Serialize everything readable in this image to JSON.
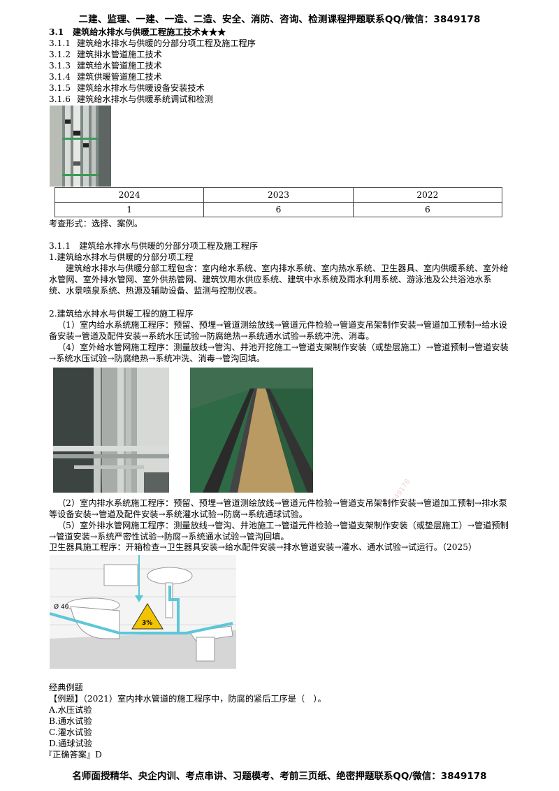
{
  "header": "二建、监理、一建、一造、二造、安全、消防、咨询、检测课程押题联系QQ/微信：3849178",
  "footer": "名师面授精华、央企内训、考点串讲、习题模考、考前三页纸、绝密押题联系QQ/微信：3849178",
  "section": {
    "num": "3.1",
    "title": "建筑给水排水与供暖工程施工技术",
    "stars": "★★★"
  },
  "toc": [
    {
      "num": "3.1.1",
      "label": "建筑给水排水与供暖的分部分项工程及施工程序"
    },
    {
      "num": "3.1.2",
      "label": "建筑排水管道施工技术"
    },
    {
      "num": "3.1.3",
      "label": "建筑给水管道施工技术"
    },
    {
      "num": "3.1.4",
      "label": "建筑供暖管道施工技术"
    },
    {
      "num": "3.1.5",
      "label": "建筑给水排水与供暖设备安装技术"
    },
    {
      "num": "3.1.6",
      "label": "建筑给水排水与供暖系统调试和检测"
    }
  ],
  "exam_table": {
    "years": [
      "2024",
      "2023",
      "2022"
    ],
    "counts": [
      "1",
      "6",
      "6"
    ]
  },
  "exam_form": "考查形式：选择、案例。",
  "sub_heading": "3.1.1　建筑给水排水与供暖的分部分项工程及施工程序",
  "item1_title": "1.建筑给水排水与供暖的分部分项工程",
  "item1_body": "建筑给水排水与供暖分部工程包含：室内给水系统、室内排水系统、室内热水系统、卫生器具、室内供暖系统、室外给水管网、室外排水管网、室外供热管网、建筑饮用水供应系统、建筑中水系统及雨水利用系统、游泳池及公共浴池水系统、水景喷泉系统、热源及辅助设备、监测与控制仪表。",
  "item2_title": "2.建筑给水排水与供暖工程的施工程序",
  "proc1": "（1）室内给水系统施工程序：预留、预埋→管道测绘放线→管道元件检验→管道支吊架制作安装→管道加工预制→给水设备安装→管道及配件安装→系统水压试验→防腐绝热→系统通水试验→系统冲洗、消毒。",
  "proc4": "（4）室外给水管网施工程序：测量放线→管沟、井池开挖施工→管道支架制作安装（或垫层施工）→管道预制→管道安装→系统水压试验→防腐绝热→系统冲洗、消毒→管沟回填。",
  "proc2": "（2）室内排水系统施工程序：预留、预埋→管道测绘放线→管道元件检验→管道支吊架制作安装→管道加工预制→排水泵等设备安装→管道及配件安装→系统灌水试验→防腐→系统通球试验。",
  "proc5": "（5）室外排水管网施工程序：测量放线→管沟、井池施工→管道元件检验→管道支架制作安装（或垫层施工）→管道预制→管道安装→系统严密性试验→防腐→系统通水试验→管沟回填。",
  "sanitary": "卫生器具施工程序：开箱检查→卫生器具安装→给水配件安装→排水管道安装→灌水、通水试验→试运行。（2025）",
  "diagram_label": "Ø 40",
  "example_heading": "经典例题",
  "question": "【例题】（2021）室内排水管道的施工程序中，防腐的紧后工序是（　）。",
  "options": [
    "A.水压试验",
    "B.通水试验",
    "C.灌水试验",
    "D.通球试验"
  ],
  "answer": "『正确答案』D",
  "colors": {
    "pipe_blue": "#5bc7d8",
    "warning_yellow": "#f2c400"
  }
}
